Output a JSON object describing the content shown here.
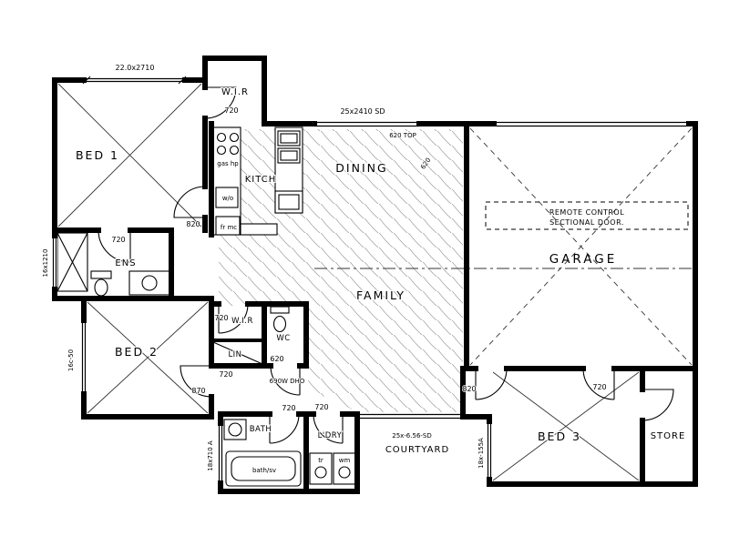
{
  "plan": {
    "rooms": {
      "bed1": "BED 1",
      "wir1": "W.I.R",
      "kitchen": "KITCH",
      "dining": "DINING",
      "garage": "GARAGE",
      "ens": "ENS",
      "family": "FAMILY",
      "bed2": "BED 2",
      "wir2": "W.I.R",
      "wc": "WC",
      "linen": "LIN",
      "bath": "BATH",
      "laundry": "L'DRY",
      "courtyard": "COURTYARD",
      "bed3": "BED 3",
      "store": "STORE"
    },
    "door_sizes": {
      "s720": "720",
      "s820": "820",
      "s870": "870",
      "s620": "620"
    },
    "openings": {
      "bed1_window": "22.0x2710",
      "top_slider": "25x2410 SD",
      "top_620": "620 TOP",
      "side_620": "620",
      "ens_window": "16x1210",
      "bed2_window": "16c-50",
      "courtyard_slider": "25x-6.56-SD",
      "bath_window": "18x710 A",
      "bed3_window": "18x-155A"
    },
    "annotations": {
      "remote_line1": "REMOTE CONTROL",
      "remote_line2": "SECTIONAL DOOR.",
      "gas_hp": "gas hp",
      "wall_oven": "w/o",
      "fridge_micro": "fr mc",
      "dho": "690W DHO",
      "bath_fitting": "bath/sv",
      "trough": "tr",
      "washing_machine": "wm"
    }
  }
}
